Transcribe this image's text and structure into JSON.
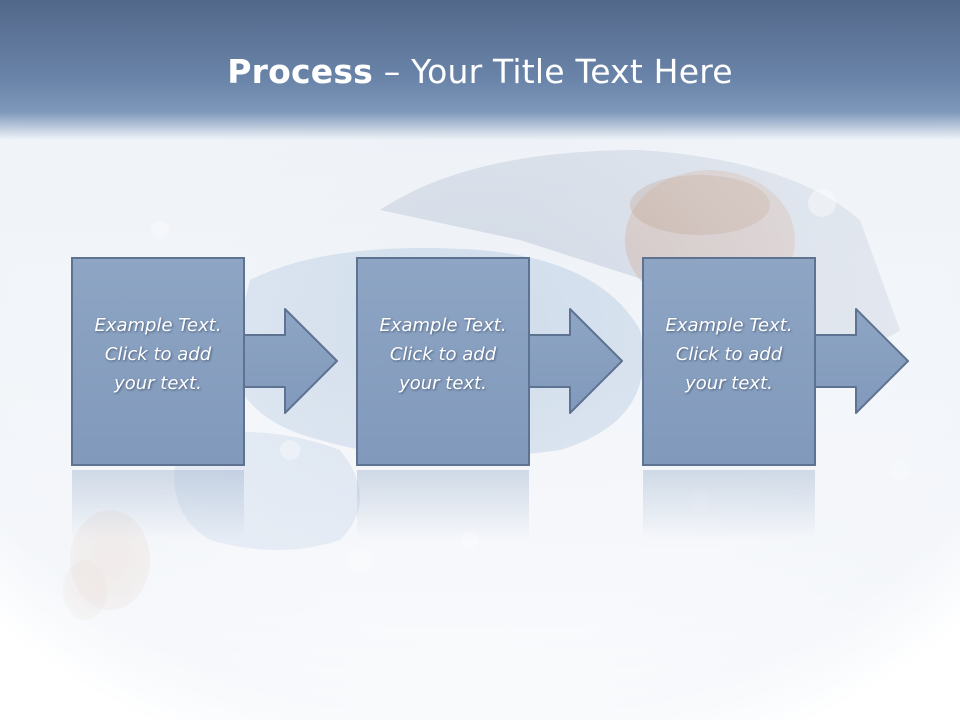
{
  "slide": {
    "title_bold": "Process",
    "title_rest": " – Your Title Text Here"
  },
  "steps": [
    {
      "line1": "Example Text.",
      "line2": "Click  to add",
      "line3": "your text."
    },
    {
      "line1": "Example Text.",
      "line2": "Click  to add",
      "line3": "your text."
    },
    {
      "line1": "Example Text.",
      "line2": "Click  to add",
      "line3": "your text."
    }
  ],
  "colors": {
    "header": "#6983a8",
    "box_fill": "#8aa2c2",
    "box_stroke": "#5e7391",
    "text": "#ffffff"
  }
}
